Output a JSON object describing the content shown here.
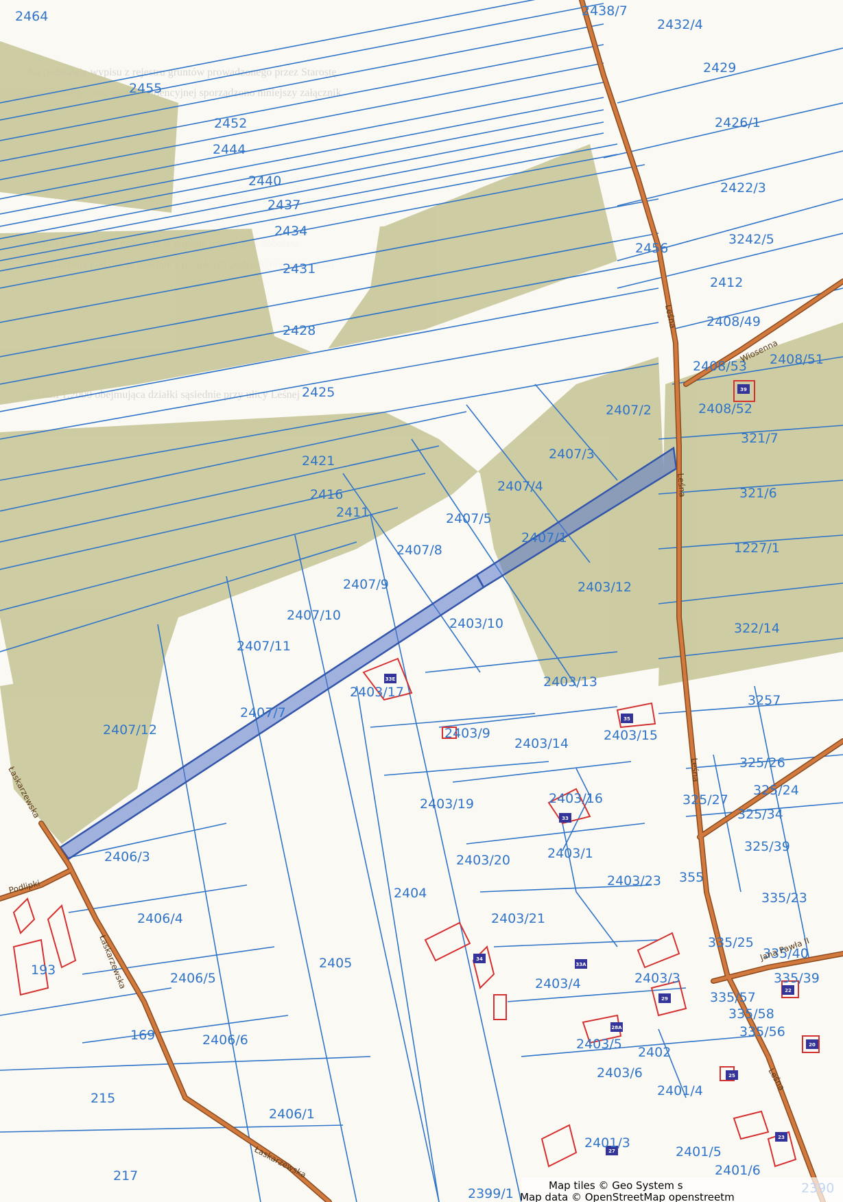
{
  "map": {
    "colors": {
      "background": "#fbf9f3",
      "forest": "#c9c79a",
      "parcel_line": "#2f74c8",
      "highlight": "#5577cc",
      "road": "#d27a3e",
      "building": "#d43030"
    },
    "parcels": [
      "2464",
      "2438/7",
      "2432/4",
      "2429",
      "2455",
      "2452",
      "2444",
      "2426/1",
      "2440",
      "2437",
      "2422/3",
      "2434",
      "2456",
      "3242/5",
      "2431",
      "2412",
      "2428",
      "2408/49",
      "2408/53",
      "2408/51",
      "2408/52",
      "2425",
      "2407/2",
      "321/7",
      "2421",
      "2407/3",
      "2407/4",
      "321/6",
      "2416",
      "2411",
      "2407/5",
      "2407/1",
      "1227/1",
      "2407/8",
      "2407/9",
      "2403/12",
      "2407/10",
      "2403/10",
      "322/14",
      "2407/11",
      "2403/17",
      "2403/13",
      "3257",
      "2407/7",
      "2407/12",
      "2403/9",
      "2403/14",
      "2403/15",
      "325/26",
      "2403/16",
      "2403/19",
      "325/27",
      "325/24",
      "325/34",
      "2406/3",
      "2403/1",
      "2403/20",
      "325/39",
      "2403/23",
      "355",
      "2404",
      "335/23",
      "2406/4",
      "2403/21",
      "335/25",
      "335/40",
      "193",
      "2405",
      "2406/5",
      "2403/4",
      "2403/3",
      "335/39",
      "335/57",
      "335/58",
      "335/56",
      "169",
      "2406/6",
      "2403/5",
      "2402",
      "2403/6",
      "2401/4",
      "215",
      "2406/1",
      "2401/3",
      "2401/5",
      "2401/6",
      "217",
      "2399/1",
      "2390"
    ],
    "streets": [
      "Łaskarzewska",
      "Leśna",
      "Wiosenna",
      "Jana Pawła II",
      "Podlipki"
    ],
    "house_numbers": [
      "39",
      "33E",
      "35",
      "33",
      "34",
      "33A",
      "29",
      "22",
      "28A",
      "20",
      "25",
      "27",
      "23"
    ],
    "attribution": [
      "Map tiles © Geo System s",
      "Map data © OpenStreetMap openstreetm"
    ]
  }
}
